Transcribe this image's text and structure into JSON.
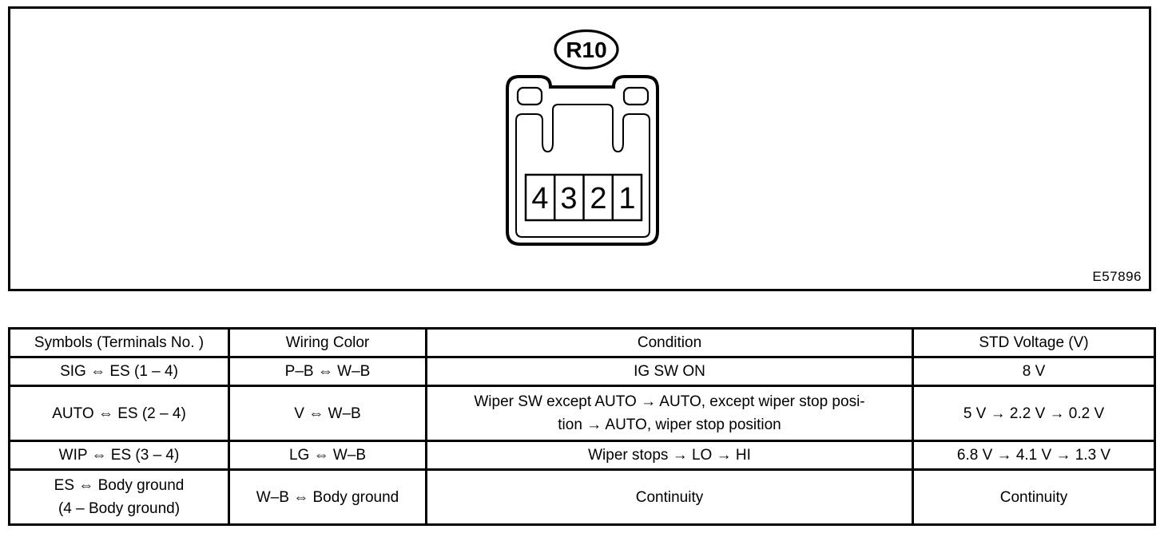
{
  "figure": {
    "connector_label": "R10",
    "figure_code": "E57896",
    "pins": [
      "4",
      "3",
      "2",
      "1"
    ]
  },
  "table": {
    "headers": {
      "symbols": "Symbols (Terminals No. )",
      "wiring_color": "Wiring Color",
      "condition": "Condition",
      "std_voltage": "STD Voltage (V)"
    },
    "rows": [
      {
        "symbols": "SIG ⇔ ES (1 – 4)",
        "wiring_color": "P–B ⇔ W–B",
        "condition": "IG SW ON",
        "std_voltage": "8 V"
      },
      {
        "symbols": "AUTO ⇔ ES (2 – 4)",
        "wiring_color": "V ⇔ W–B",
        "condition": "Wiper SW except AUTO → AUTO, except wiper stop posi-\ntion → AUTO, wiper stop position",
        "std_voltage": "5 V → 2.2 V → 0.2 V"
      },
      {
        "symbols": "WIP ⇔ ES (3 – 4)",
        "wiring_color": "LG ⇔ W–B",
        "condition": "Wiper stops → LO → HI",
        "std_voltage": "6.8 V → 4.1 V → 1.3 V"
      },
      {
        "symbols": "ES ⇔ Body ground\n(4 – Body ground)",
        "wiring_color": "W–B ⇔ Body ground",
        "condition": "Continuity",
        "std_voltage": "Continuity"
      }
    ]
  },
  "colors": {
    "line": "#000000",
    "background": "#ffffff"
  }
}
